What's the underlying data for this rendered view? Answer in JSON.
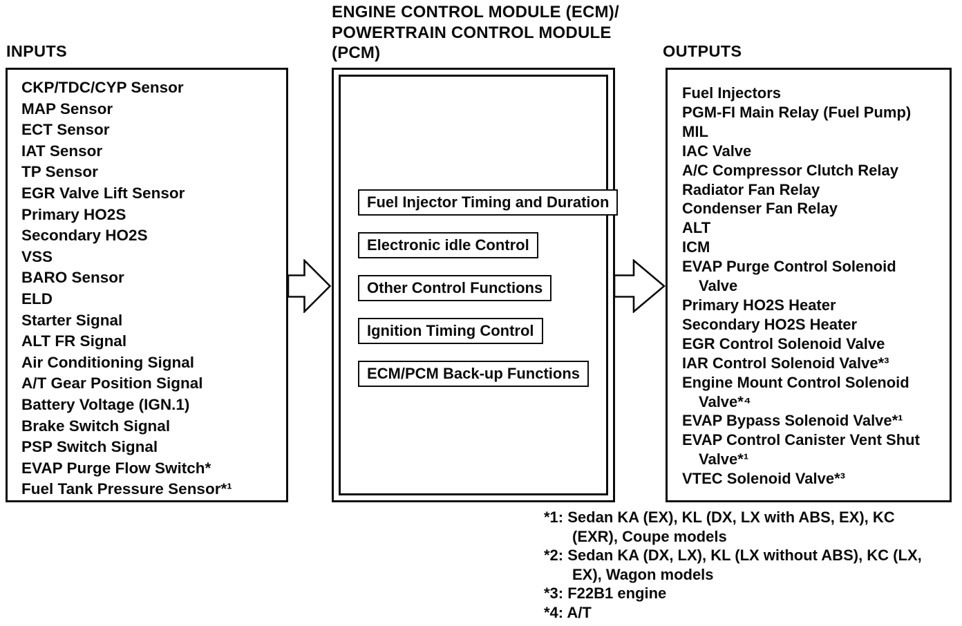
{
  "page": {
    "background": "#ffffff",
    "ink": "#0b0b0b"
  },
  "inputs": {
    "label": "INPUTS",
    "items": [
      "CKP/TDC/CYP Sensor",
      "MAP Sensor",
      "ECT Sensor",
      "IAT Sensor",
      "TP Sensor",
      "EGR Valve Lift Sensor",
      "Primary HO2S",
      "Secondary HO2S",
      "VSS",
      "BARO Sensor",
      "ELD",
      "Starter Signal",
      "ALT FR Signal",
      "Air Conditioning Signal",
      "A/T Gear Position Signal",
      "Battery Voltage (IGN.1)",
      "Brake Switch Signal",
      "PSP Switch Signal",
      "EVAP Purge Flow Switch*",
      "Fuel Tank Pressure Sensor*¹"
    ]
  },
  "ecm": {
    "title": "ENGINE CONTROL MODULE (ECM)/\nPOWERTRAIN CONTROL MODULE\n(PCM)",
    "functions": [
      "Fuel Injector Timing and Duration",
      "Electronic idle Control",
      "Other Control Functions",
      "Ignition Timing Control",
      "ECM/PCM Back-up Functions"
    ]
  },
  "outputs": {
    "label": "OUTPUTS",
    "items": [
      "Fuel Injectors",
      "PGM-FI Main Relay (Fuel Pump)",
      "MIL",
      "IAC Valve",
      "A/C Compressor Clutch Relay",
      "Radiator Fan Relay",
      "Condenser Fan Relay",
      "ALT",
      "ICM",
      "EVAP Purge Control Solenoid\nValve",
      "Primary HO2S Heater",
      "Secondary HO2S Heater",
      "EGR Control Solenoid Valve",
      "IAR Control Solenoid Valve*³",
      "Engine Mount Control Solenoid\nValve*⁴",
      "EVAP Bypass Solenoid Valve*¹",
      "EVAP Control Canister Vent Shut\nValve*¹",
      "VTEC Solenoid Valve*³"
    ]
  },
  "footnotes": [
    "*1: Sedan KA (EX), KL (DX, LX with ABS, EX), KC\n(EXR), Coupe models",
    "*2: Sedan KA (DX, LX), KL (LX without ABS), KC (LX,\nEX), Wagon models",
    "*3: F22B1 engine",
    "*4: A/T"
  ],
  "icons": {
    "arrow_inputs_to_ecm": "block-arrow-right",
    "arrow_ecm_to_outputs": "block-arrow-right"
  }
}
